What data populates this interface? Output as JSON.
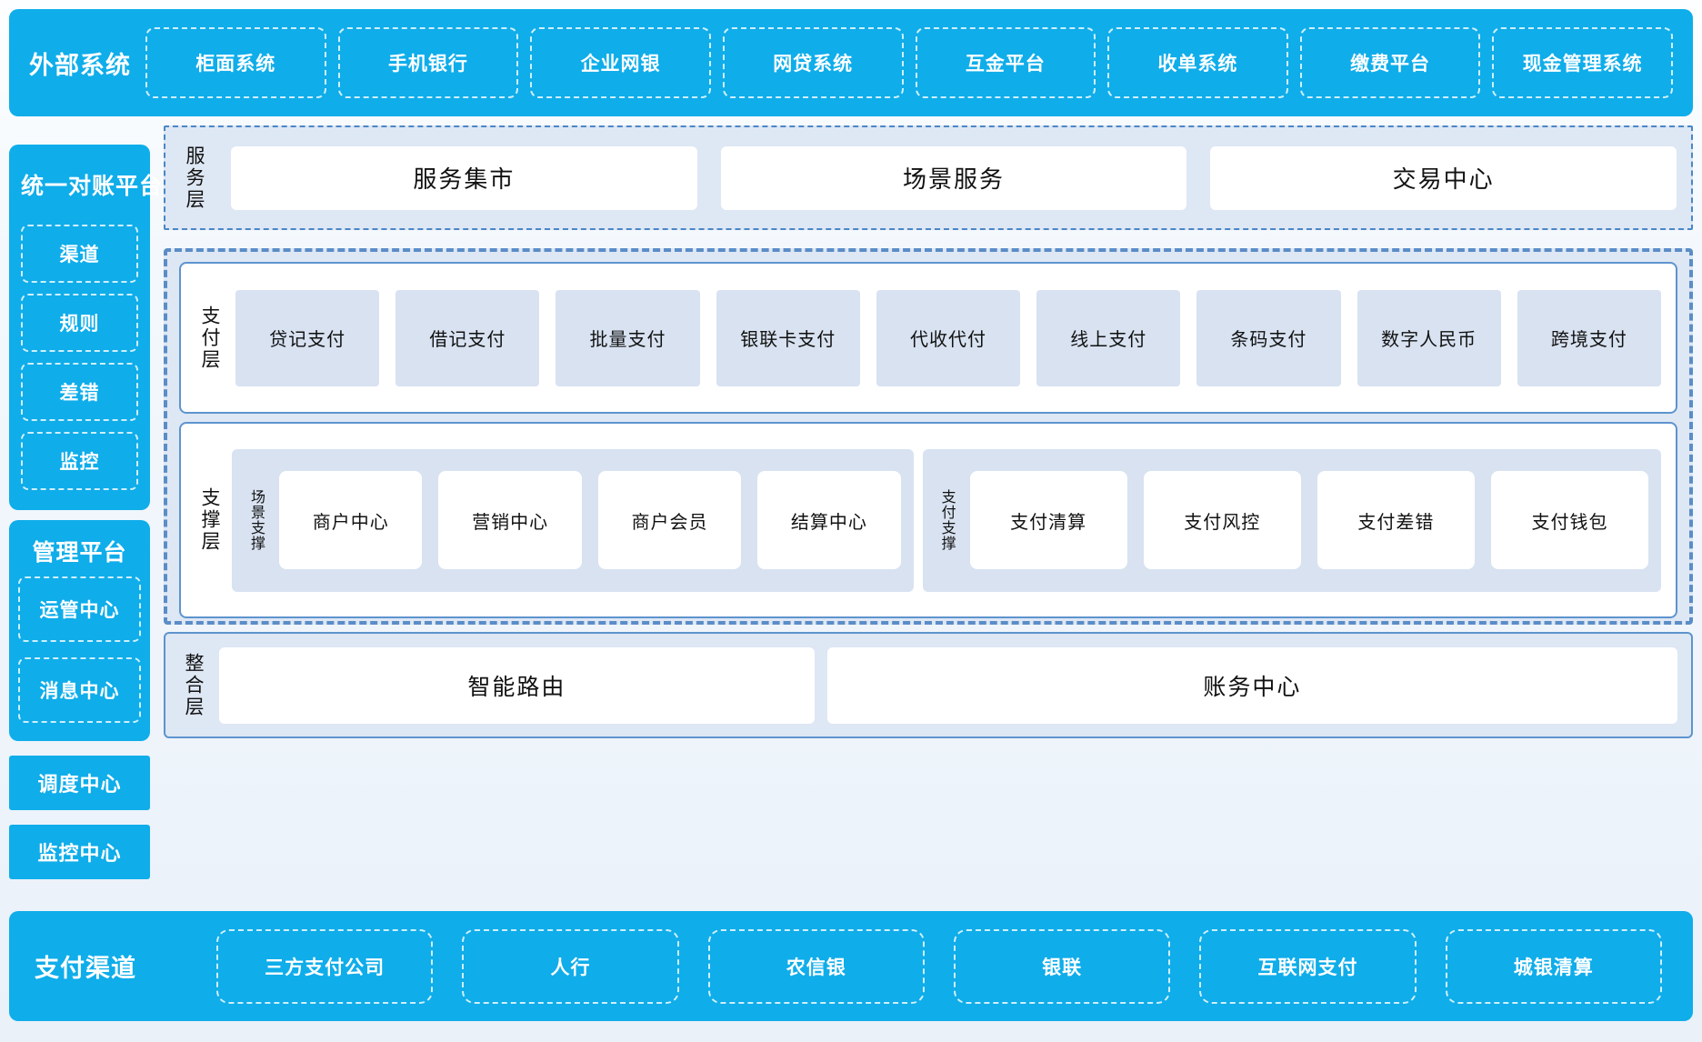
{
  "colors": {
    "accent_blue": "#0fadea",
    "panel_light": "#dee7f4",
    "cell_light": "#d8e2f1",
    "border_blue": "#5e94ce",
    "dash_blue": "#5b8dc7",
    "text_dark": "#111111",
    "text_on_blue": "#ffffff"
  },
  "top_bar": {
    "title": "外部系统",
    "items": [
      "柜面系统",
      "手机银行",
      "企业网银",
      "网贷系统",
      "互金平台",
      "收单系统",
      "缴费平台",
      "现金管理系统"
    ]
  },
  "sidebar": {
    "recon": {
      "title": "统一对账平台",
      "items": [
        "渠道",
        "规则",
        "差错",
        "监控"
      ]
    },
    "mgmt": {
      "title": "管理平台",
      "items": [
        "运管中心",
        "消息中心"
      ]
    },
    "solo": [
      "调度中心",
      "监控中心"
    ]
  },
  "layers": {
    "service": {
      "label": "服务层",
      "boxes": [
        "服务集市",
        "场景服务",
        "交易中心"
      ]
    },
    "payment": {
      "label": "支付层",
      "cells": [
        "贷记支付",
        "借记支付",
        "批量支付",
        "银联卡支付",
        "代收代付",
        "线上支付",
        "条码支付",
        "数字人民币",
        "跨境支付"
      ]
    },
    "support": {
      "label": "支撑层",
      "groups": [
        {
          "label": "场景支撑",
          "cells": [
            "商户中心",
            "营销中心",
            "商户会员",
            "结算中心"
          ]
        },
        {
          "label": "支付支撑",
          "cells": [
            "支付清算",
            "支付风控",
            "支付差错",
            "支付钱包"
          ]
        }
      ]
    },
    "integration": {
      "label": "整合层",
      "boxes": [
        "智能路由",
        "账务中心"
      ]
    }
  },
  "bottom_bar": {
    "title": "支付渠道",
    "items": [
      "三方支付公司",
      "人行",
      "农信银",
      "银联",
      "互联网支付",
      "城银清算"
    ]
  }
}
